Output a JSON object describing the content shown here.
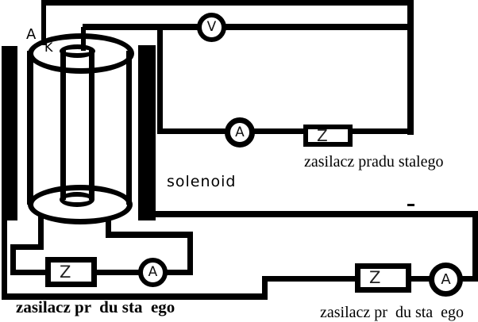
{
  "labels": {
    "terminal_a": "A",
    "terminal_k": "K",
    "solenoid": "solenoid",
    "caption_top_right": "zasilacz pradu stalego",
    "caption_bottom_left": "zasilacz pr  du sta  ego",
    "caption_bottom_right": "zasilacz pr  du sta  ego"
  },
  "meters": {
    "voltmeter": "V",
    "ammeter_top": "A",
    "ammeter_bottom_left": "A",
    "ammeter_bottom_right": "A"
  },
  "supplies": {
    "z_top": "Z",
    "z_bottom_left": "Z",
    "z_bottom_right": "Z"
  },
  "colors": {
    "ink": "#000000",
    "background": "#ffffff"
  }
}
